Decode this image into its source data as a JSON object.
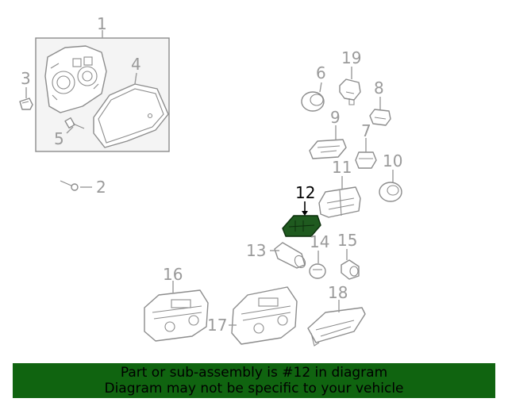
{
  "diagram": {
    "highlight_color": "#1f5a1f",
    "labels": {
      "p1": "1",
      "p2": "2",
      "p3": "3",
      "p4": "4",
      "p5": "5",
      "p6": "6",
      "p7": "7",
      "p8": "8",
      "p9": "9",
      "p10": "10",
      "p11": "11",
      "p12": "12",
      "p13": "13",
      "p14": "14",
      "p15": "15",
      "p16": "16",
      "p17": "17",
      "p18": "18",
      "p19": "19"
    }
  },
  "banner": {
    "line1": "Part or sub-assembly is #12 in diagram",
    "line2": "Diagram may not be specific to your vehicle",
    "background": "#106410"
  }
}
